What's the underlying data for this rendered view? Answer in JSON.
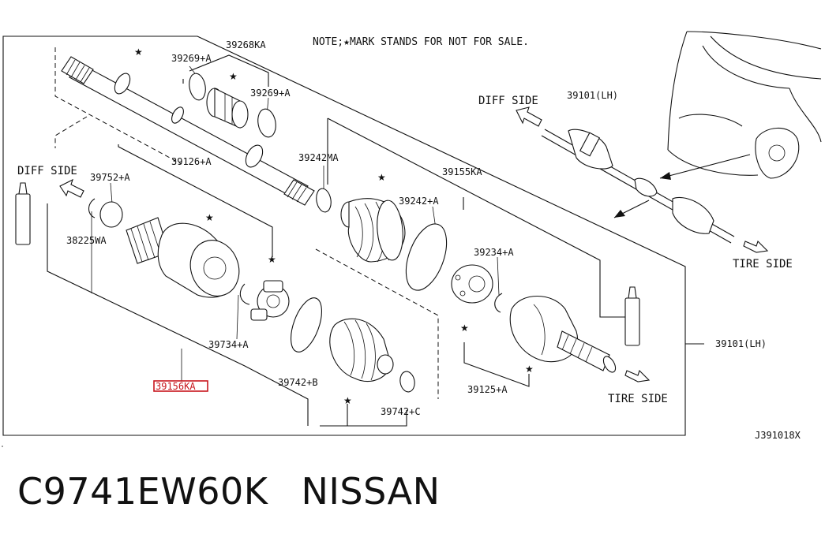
{
  "note": "NOTE;★MARK STANDS FOR NOT FOR SALE.",
  "drawing_code": "J391018X",
  "caption": {
    "part_number": "C9741EW60K",
    "brand": "NISSAN"
  },
  "directions": {
    "diff_side_left": "DIFF SIDE",
    "diff_side_right": "DIFF SIDE",
    "tire_side_bottom": "TIRE SIDE",
    "tire_side_right": "TIRE SIDE"
  },
  "labels": {
    "p39268KA": "39268KA",
    "p39269A_top": "39269+A",
    "p39269A_mid": "39269+A",
    "p39242MA": "39242MA",
    "p39126A": "39126+A",
    "p39752A": "39752+A",
    "p38225WA": "38225WA",
    "p39155KA": "39155KA",
    "p39242A": "39242+A",
    "p39234A": "39234+A",
    "p39734A": "39734+A",
    "p39742B": "39742+B",
    "p39742C": "39742+C",
    "p39125A": "39125+A",
    "p39156KA": "39156KA",
    "p39101LH_main": "39101(LH)",
    "p39101LH_inset": "39101(LH)"
  },
  "colors": {
    "highlight": "#c8161d",
    "ink": "#111111"
  }
}
